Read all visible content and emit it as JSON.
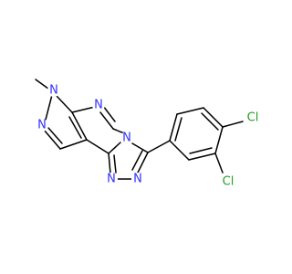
{
  "molecule": {
    "colors": {
      "N": "#3232ff",
      "Cl": "#1fa01f",
      "bond": "#000000",
      "background": "#ffffff"
    },
    "atoms": [
      {
        "id": "n_methyl",
        "label": "N",
        "element": "N"
      },
      {
        "id": "n_pyrazole",
        "label": "N",
        "element": "N"
      },
      {
        "id": "n_pyrimidine",
        "label": "N",
        "element": "N"
      },
      {
        "id": "n_bridge",
        "label": "N",
        "element": "N"
      },
      {
        "id": "n_triazole_left",
        "label": "N",
        "element": "N"
      },
      {
        "id": "n_triazole_right",
        "label": "N",
        "element": "N"
      },
      {
        "id": "cl_para",
        "label": "Cl",
        "element": "Cl"
      },
      {
        "id": "cl_meta",
        "label": "Cl",
        "element": "Cl"
      }
    ]
  }
}
